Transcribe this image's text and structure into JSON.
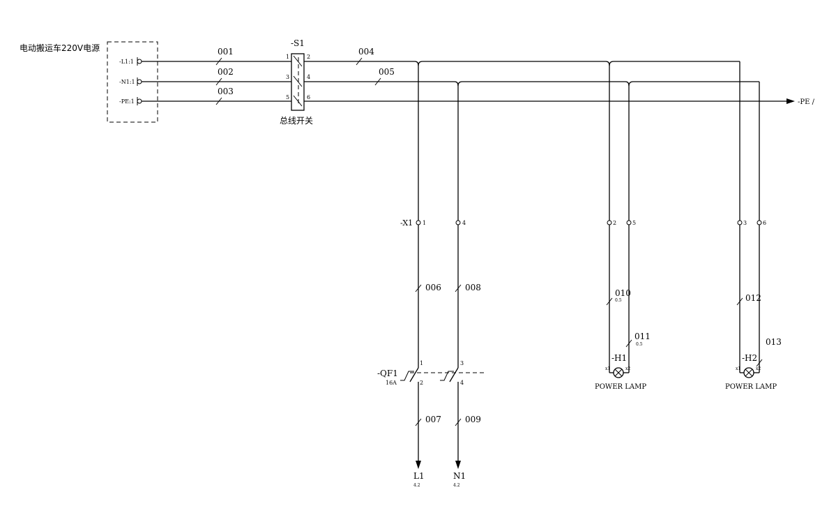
{
  "source": {
    "label": "电动搬运车220V电源",
    "terminals": [
      "-L1:1",
      "-N1:1",
      "-PE:1"
    ]
  },
  "bus_wires": [
    "001",
    "002",
    "003",
    "004",
    "005"
  ],
  "main_switch": {
    "tag": "-S1",
    "name": "总线开关",
    "pins": [
      "1",
      "2",
      "3",
      "4",
      "5",
      "6"
    ]
  },
  "pe_output": "-PE /",
  "terminal_strip": {
    "tag": "-X1",
    "pins": [
      "1",
      "4",
      "2",
      "5",
      "3",
      "6"
    ]
  },
  "branch_wires": [
    "006",
    "008",
    "007",
    "009",
    "010",
    "011",
    "012",
    "013"
  ],
  "wire_sections": [
    "0.5",
    "0.5"
  ],
  "breaker": {
    "tag": "-QF1",
    "rating": "16A",
    "pins": [
      "1",
      "2",
      "3",
      "4"
    ]
  },
  "outputs": [
    {
      "name": "L1",
      "ref": "4.2"
    },
    {
      "name": "N1",
      "ref": "4.2"
    }
  ],
  "lamps": [
    {
      "tag": "-H1",
      "label": "POWER LAMP",
      "pins": [
        "x1",
        "x2"
      ]
    },
    {
      "tag": "-H2",
      "label": "POWER LAMP",
      "pins": [
        "x1",
        "x2"
      ]
    }
  ]
}
